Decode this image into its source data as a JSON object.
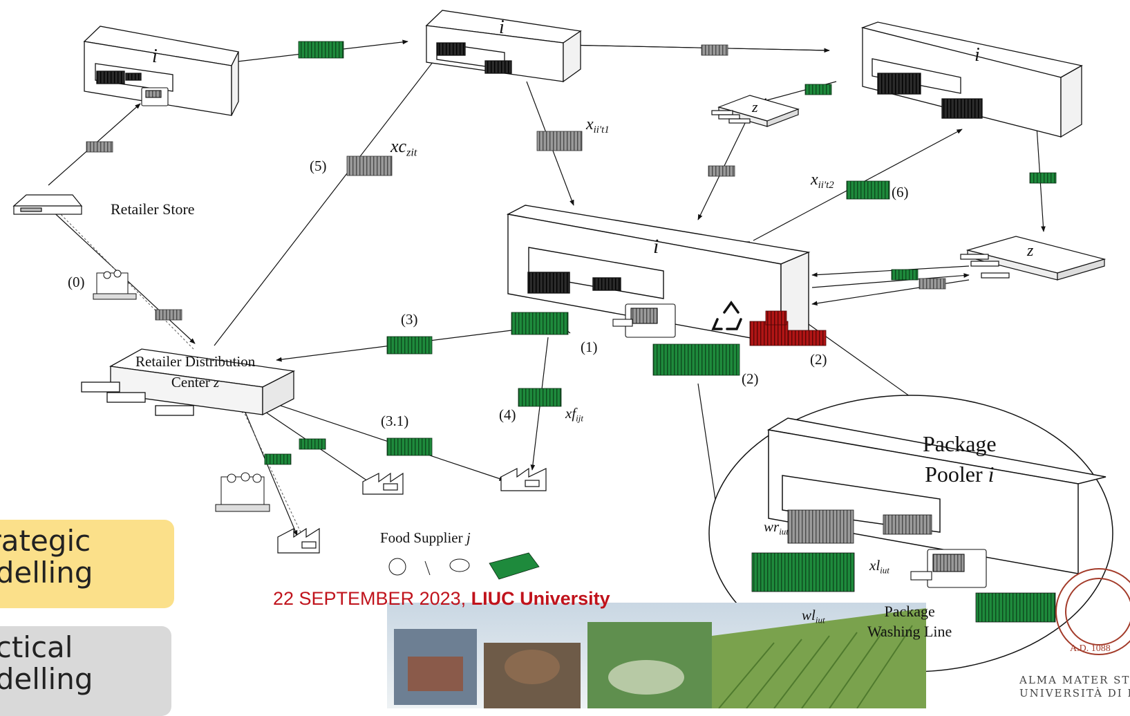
{
  "diagram": {
    "node_label_i": "i",
    "node_label_z": "z",
    "retailer_store": "Retailer Store",
    "retailer_dc_line1": "Retailer Distribution",
    "retailer_dc_line2": "Center",
    "retailer_dc_var": "z",
    "food_supplier": "Food Supplier",
    "food_supplier_var": "j",
    "pooler_line1": "Package",
    "pooler_line2": "Pooler",
    "pooler_var": "i",
    "washing_line1": "Package",
    "washing_line2": "Washing Line",
    "flows": {
      "f0": "(0)",
      "f1": "(1)",
      "f2a": "(2)",
      "f2b": "(2)",
      "f3": "(3)",
      "f31": "(3.1)",
      "f4": "(4)",
      "f5": "(5)",
      "f6": "(6)"
    },
    "vars": {
      "xc_base": "xc",
      "xc_sub": "zit",
      "x1_base": "x",
      "x1_sub": "ii't1",
      "x2_base": "x",
      "x2_sub": "ii't2",
      "xf_base": "xf",
      "xf_sub": "ijt",
      "wr_base": "wr",
      "wr_sub": "iut",
      "xl_base": "xl",
      "xl_sub": "iut",
      "wl_base": "wl",
      "wl_sub": "iut"
    }
  },
  "sidebar": {
    "strategic_line1": "trategic",
    "strategic_line2": "odelling",
    "tactical_line1": "actical",
    "tactical_line2": "odelling"
  },
  "footer": {
    "date_text": "22 SEPTEMBER 2023, ",
    "university": "LIUC University",
    "alma_line1": "ALMA MATER STUDIO",
    "alma_line2": "UNIVERSITÀ DI BOLO",
    "seal_text": "A.D. 1088"
  },
  "colors": {
    "crate_green": "#1e8a3c",
    "crate_black": "#1a1a1a",
    "crate_grey": "#8a8a8a",
    "crate_red": "#b01515",
    "strategic_bg": "#fbe08a",
    "tactical_bg": "#d9d9d9",
    "date_red": "#c0131c"
  },
  "icons": [
    "recycle-icon",
    "washing-machine-icon",
    "factory-icon",
    "truck-dock-icon",
    "vegetables-icon",
    "university-seal-icon"
  ]
}
